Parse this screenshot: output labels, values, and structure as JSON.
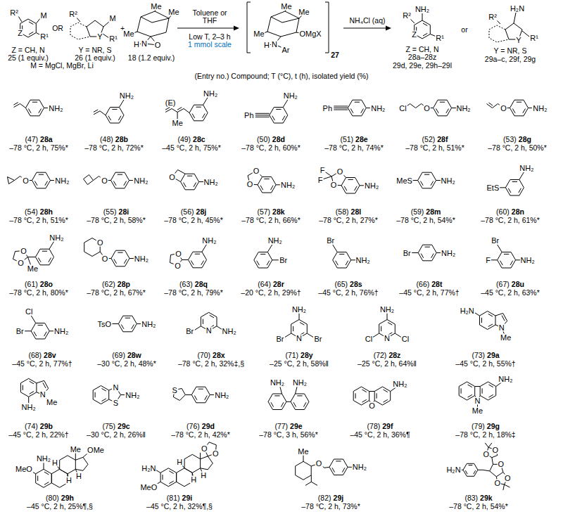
{
  "diagram": {
    "labels": [
      "R²",
      "M",
      "R¹",
      "Z",
      "Z = CH, N",
      "25 (1 equiv.)",
      "OR",
      "R²",
      "M",
      "Y",
      "R¹",
      "Y = NR, S",
      "26 (1 equiv.)",
      "M = MgCl, MgBr, Li",
      "+",
      "Me",
      "Me",
      "H",
      "N",
      "O",
      "Me",
      "18 (1.2 equiv.)",
      "Toluene or",
      "THF",
      "Low T, 2–3 h",
      "1 mmol scale",
      "Me",
      "Me",
      "OMgX",
      "H",
      "N",
      "Ar",
      "Me",
      "27",
      "NH₄Cl (aq)",
      "R²",
      "NH₂",
      "R¹",
      "Z",
      "Z = CH, N",
      "28a–28z",
      "29d, 29e, 29h–29l",
      "or",
      "H₂N",
      "R²",
      "Y",
      "R¹",
      "Y = NR, S",
      "29a–c, 29f, 29g",
      "(Entry no.) Compound; T (°C), t (h), isolated yield (%)",
      "(47)",
      "28a",
      "–78 °C, 2 h, 75%*",
      "NH₂",
      "(48)",
      "28b",
      "–78 °C, 2 h, 72%*",
      "NH₂",
      "(49)",
      "28c",
      "–45 °C, 2 h, 75%*",
      "NH₂",
      "(E)",
      "Me",
      "(50)",
      "28d",
      "–78 °C, 2 h, 60%*",
      "Ph",
      "NH₂",
      "(51)",
      "28e",
      "–78 °C, 2 h, 74%*",
      "Ph",
      "NH₂",
      "(52)",
      "28f",
      "–78 °C, 2 h, 51%*",
      "Cl",
      "O",
      "NH₂",
      "(53)",
      "28g",
      "–78 °C, 2 h, 50%*",
      "O",
      "NH₂",
      "(54)",
      "28h",
      "–78 °C, 2 h, 51%*",
      "O",
      "NH₂",
      "(55)",
      "28i",
      "–78 °C, 2 h, 58%*",
      "O",
      "NH₂",
      "(56)",
      "28j",
      "–78 °C, 2 h, 45%*",
      "O",
      "NH₂",
      "(57)",
      "28k",
      "–78 °C, 2 h, 66%*",
      "O",
      "O",
      "NH₂",
      "(58)",
      "28l",
      "–78 °C, 2 h, 27%*",
      "F",
      "F",
      "O",
      "O",
      "NH₂",
      "(59)",
      "28m",
      "–78 °C, 2 h, 54%*",
      "MeS",
      "NH₂",
      "(60)",
      "28n",
      "–78 °C, 2 h, 61%*",
      "EtS",
      "NH₂",
      "(61)",
      "28o",
      "–78 °C, 2 h, 80%*",
      "O",
      "O",
      "Me",
      "NH₂",
      "(62)",
      "28p",
      "–78 °C, 2 h, 67%*",
      "O",
      "O",
      "NH₂",
      "(63)",
      "28q",
      "–78 °C, 2 h, 79%*",
      "O",
      "O",
      "NH₂",
      "(64)",
      "28r",
      "–20 °C, 2 h, 29%†",
      "NH₂",
      "Br",
      "(65)",
      "28s",
      "–45 °C, 2 h, 76%†",
      "Br",
      "NH₂",
      "(66)",
      "28t",
      "–45 °C, 2 h, 77%†",
      "Br",
      "NH₂",
      "(67)",
      "28u",
      "–45 °C, 2 h, 63%*",
      "Br",
      "F",
      "NH₂",
      "(68)",
      "28v",
      "–45 °C, 2 h, 77%†",
      "Cl",
      "Br",
      "NH₂",
      "(69)",
      "28w",
      "–30 °C, 2 h, 48%*",
      "TsO",
      "NH₂",
      "(70)",
      "28x",
      "–78 °C, 2 h, 32%‡,§",
      "Br",
      "N",
      "NH₂",
      "(71)",
      "28y",
      "–25 °C, 2 h, 58%‖",
      "NH₂",
      "Br",
      "N",
      "Br",
      "(72)",
      "28z",
      "–25 °C, 2 h, 64%‖",
      "NH₂",
      "Cl",
      "N",
      "Cl",
      "(73)",
      "29a",
      "–45 °C, 2 h, 55%†",
      "H₂N",
      "N",
      "Me",
      "(74)",
      "29b",
      "–45 °C, 2 h, 22%†",
      "N",
      "Me",
      "NH₂",
      "(75)",
      "29c",
      "–30 °C, 2 h, 26%‖",
      "N",
      "S",
      "NH₂",
      "(76)",
      "29d",
      "–78 °C, 2 h, 42%*",
      "S",
      "NH₂",
      "(77)",
      "29e",
      "–78 °C, 3 h, 56%*",
      "NH₂",
      "NH₂",
      "(78)",
      "29f",
      "–45 °C, 2 h, 36%¶",
      "O",
      "NH₂",
      "(79)",
      "29g",
      "–78 °C, 2 h, 18%‡",
      "NH₂",
      "N",
      "Me",
      "(80)",
      "29h",
      "–45 °C, 2 h, 25%¶,§",
      "NH₂",
      "MeO",
      "Me",
      "OMe",
      "H",
      "H",
      "H",
      "(81)",
      "29i",
      "–45 °C, 2 h, 32%¶,§",
      "O",
      "O",
      "H₂N",
      "MeO",
      "H",
      "H",
      "H",
      "(82)",
      "29j",
      "–78 °C, 2 h, 73%*",
      "Me",
      "O",
      "NH₂",
      "(83)",
      "29k",
      "–78 °C, 2 h, 54%*",
      "H₂N",
      "O",
      "O",
      "O",
      "O",
      "O"
    ]
  }
}
